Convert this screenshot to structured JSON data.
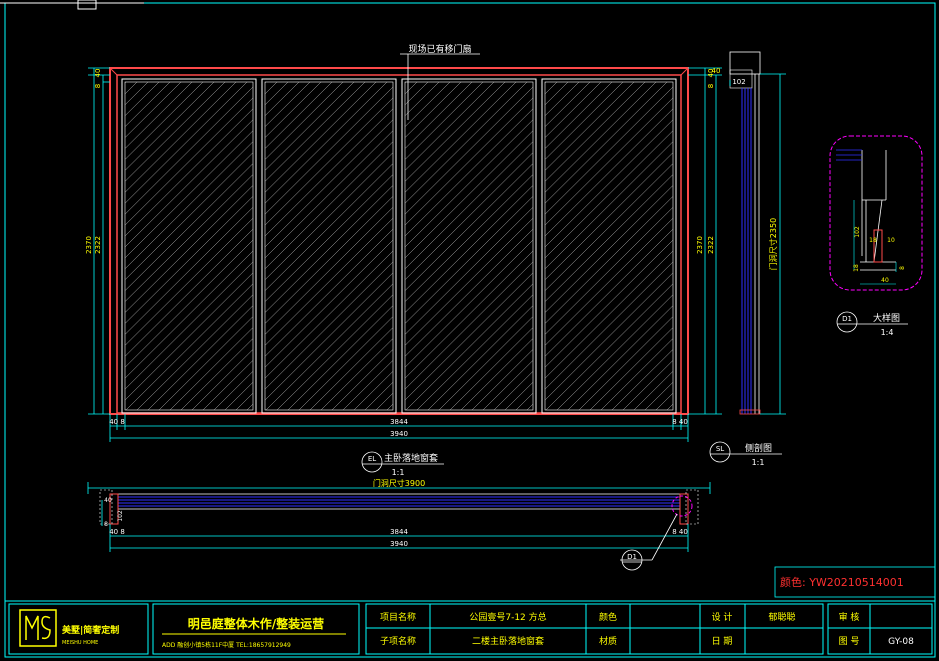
{
  "drawing": {
    "top_note": "现场已有移门扇",
    "front_dims": {
      "height_outer": "2370",
      "height_inner": "2322",
      "top_a": "40",
      "top_b": "8",
      "bottom_left": "40 8",
      "bottom_mid": "3844",
      "bottom_right": "8 40",
      "bottom_total": "3940",
      "right_outer": "2370",
      "right_inner": "2322",
      "right_top_a": "40",
      "right_top_b": "8"
    },
    "side_dims": {
      "top_small": "40",
      "top_width": "102",
      "door_opening": "门洞尺寸2350"
    },
    "elevation_title": {
      "code": "EL",
      "name": "主卧落地窗套",
      "scale": "1:1"
    },
    "section_title": {
      "code": "SL",
      "name": "侧剖图",
      "scale": "1:1"
    },
    "detail_title": {
      "code": "D1",
      "name": "大样图",
      "scale": "1:4"
    },
    "plan_dims": {
      "door_opening": "门洞尺寸3900",
      "left_a": "40",
      "left_b": "102",
      "left_c": "8",
      "bottom_left": "40 8",
      "bottom_mid": "3844",
      "bottom_right": "8 40",
      "bottom_total": "3940"
    },
    "plan_callout": "D1",
    "detail_dims": {
      "h102": "102",
      "w18": "18",
      "w10": "10",
      "s18": "18",
      "w40": "40",
      "s8": "8"
    },
    "color_note": "颜色: YW20210514001"
  },
  "title_block": {
    "logo_text": "美墅|简奢定制",
    "logo_sub": "MEISHU HOME",
    "company": "明邑庭整体木作/整装运营",
    "address": "ADD 融创小镇5栋11F中厦   TEL:18657912949",
    "project_label": "项目名称",
    "project_value": "公园壹号7-12   方总",
    "sub_label": "子项名称",
    "sub_value": "二楼主卧落地窗套",
    "color_label": "颜色",
    "material_label": "材质",
    "design_label": "设 计",
    "design_value": "郁聪聪",
    "date_label": "日 期",
    "review_label": "审 核",
    "drawing_no_label": "图 号",
    "drawing_no_value": "GY-08"
  },
  "colors": {
    "background": "#000000",
    "frame_cyan": "#00ffff",
    "dim_yellow": "#ffff00",
    "red_frame": "#ff4a4a",
    "blue_line": "#3030ff",
    "magenta": "#ff00ff",
    "title_red": "#ff3030"
  }
}
